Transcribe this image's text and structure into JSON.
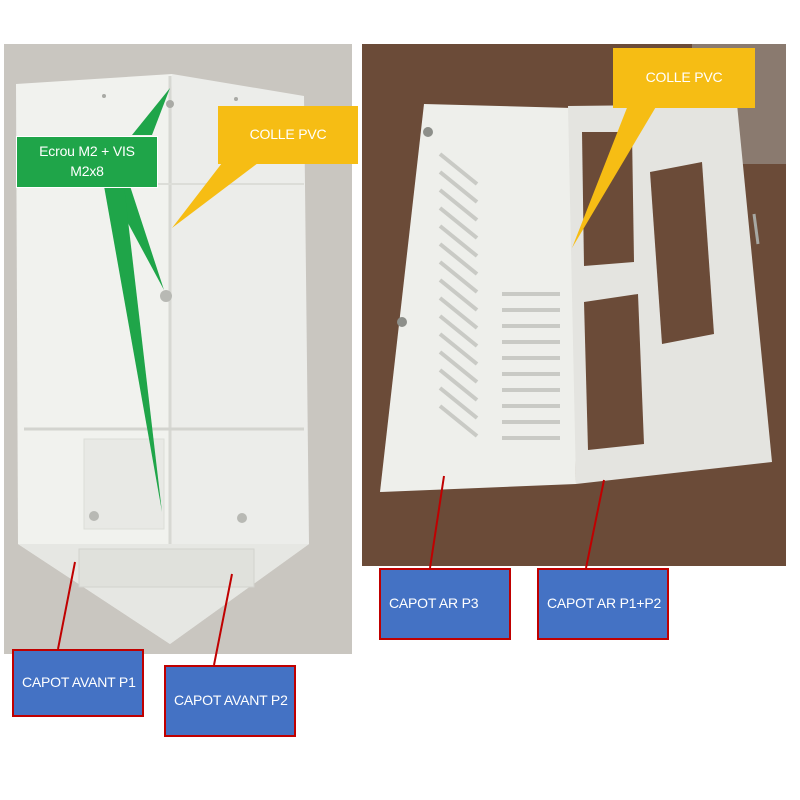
{
  "callouts": {
    "colle_pvc_left": "COLLE PVC",
    "ecrou_line1": "Ecrou M2 + VIS",
    "ecrou_line2": "M2x8",
    "colle_pvc_right": "COLLE PVC"
  },
  "labels": {
    "capot_avant_p1": "CAPOT AVANT P1",
    "capot_avant_p2": "CAPOT AVANT P2",
    "capot_ar_p3": "CAPOT AR P3",
    "capot_ar_p1p2": "CAPOT AR P1+P2"
  },
  "colors": {
    "callout_yellow": "#f6bd14",
    "callout_green": "#1fa549",
    "label_blue": "#4472c4",
    "label_border_red": "#c00000",
    "leader_line_red": "#c00000"
  }
}
